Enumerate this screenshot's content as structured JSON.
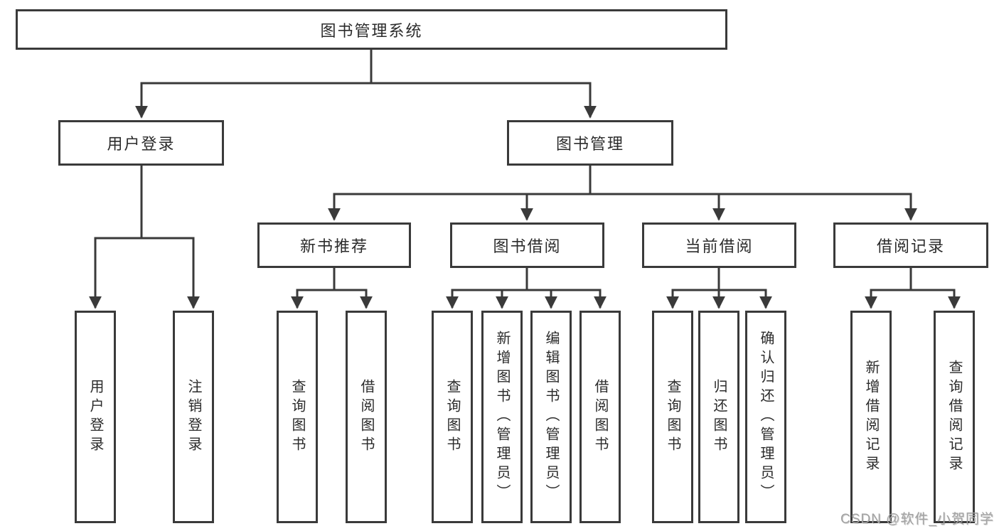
{
  "diagram": {
    "root": {
      "label": "图书管理系统"
    },
    "level2": [
      {
        "label": "用户登录"
      },
      {
        "label": "图书管理"
      }
    ],
    "level3": [
      {
        "label": "新书推荐"
      },
      {
        "label": "图书借阅"
      },
      {
        "label": "当前借阅"
      },
      {
        "label": "借阅记录"
      }
    ],
    "leaves": [
      {
        "label": "用户登录"
      },
      {
        "label": "注销登录"
      },
      {
        "label": "查询图书"
      },
      {
        "label": "借阅图书"
      },
      {
        "label": "查询图书"
      },
      {
        "label": "新增图书（管理员）"
      },
      {
        "label": "编辑图书（管理员）"
      },
      {
        "label": "借阅图书"
      },
      {
        "label": "查询图书"
      },
      {
        "label": "归还图书"
      },
      {
        "label": "确认归还（管理员）"
      },
      {
        "label": "新增借阅记录"
      },
      {
        "label": "查询借阅记录"
      }
    ],
    "watermark": "CSDN @软件_小贺同学",
    "colors": {
      "line": "#3a3a3a",
      "text": "#2b2b2b",
      "background": "#ffffff",
      "watermark": "#a3a3a3"
    }
  }
}
